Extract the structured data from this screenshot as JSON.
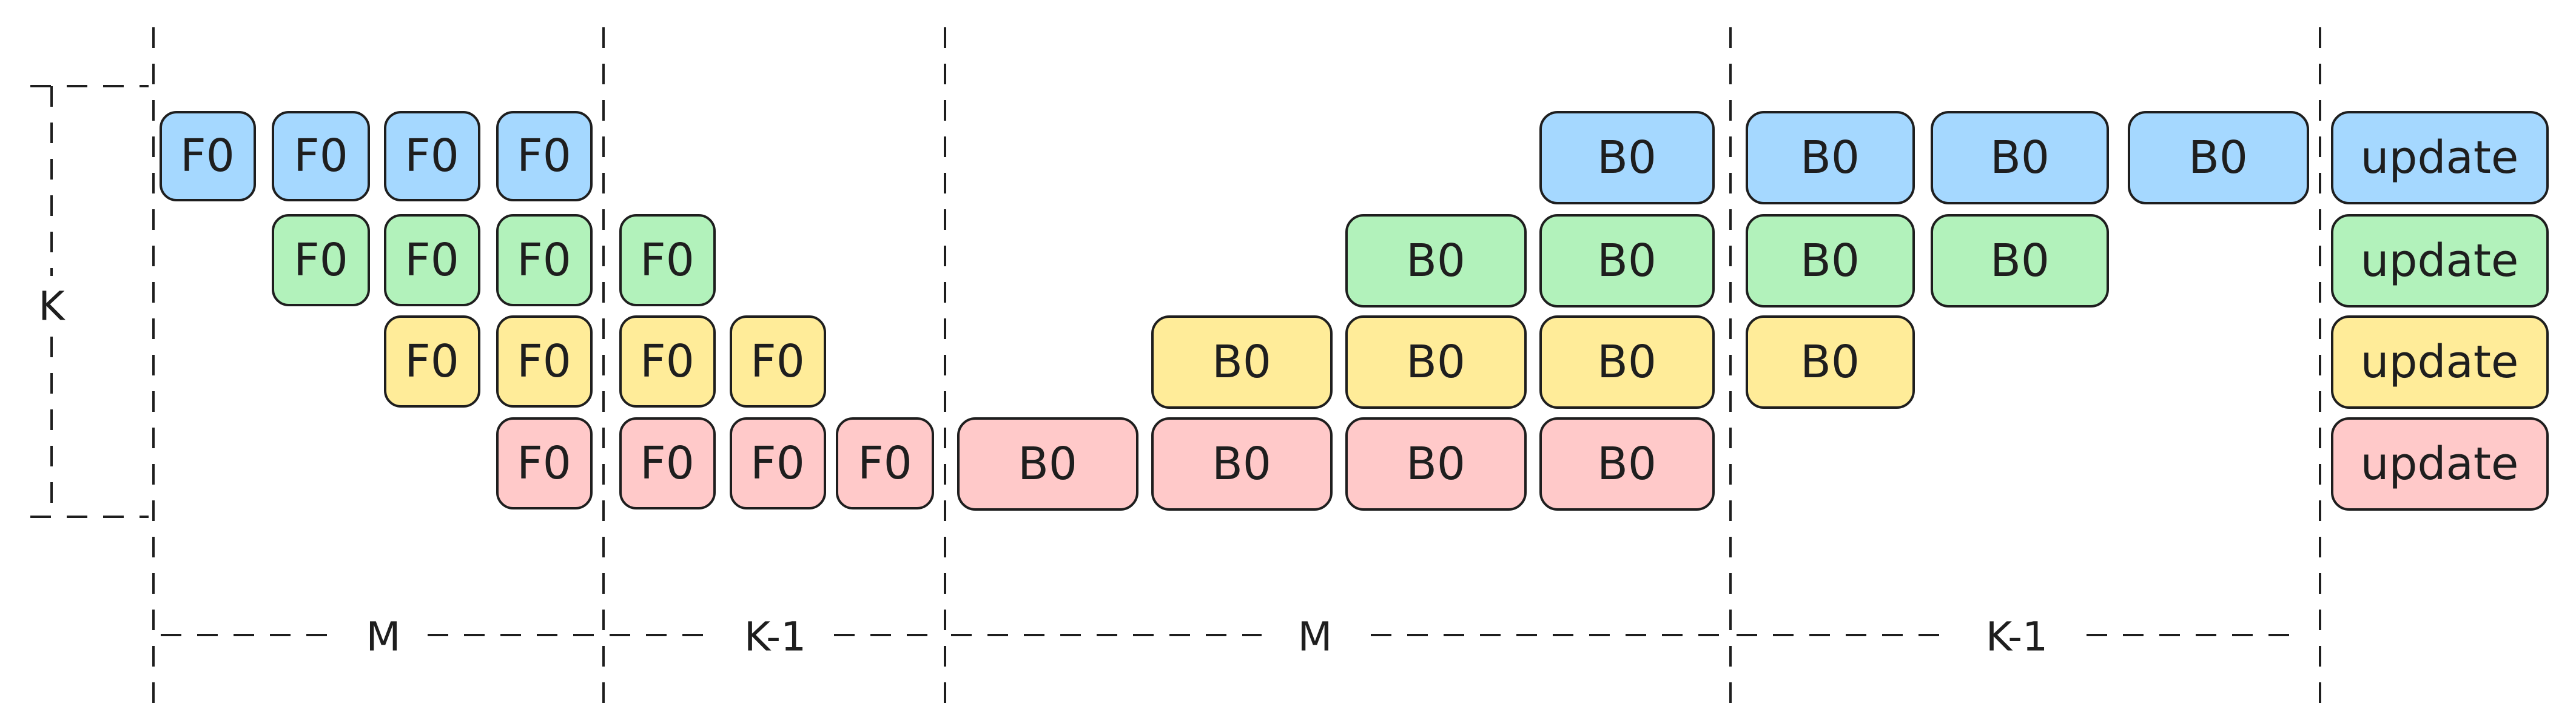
{
  "colors": {
    "row1": "#a5d8ff",
    "row2": "#b2f2bb",
    "row3": "#ffec99",
    "row4": "#ffc9c9",
    "stroke": "#1e1e1e"
  },
  "labels": {
    "forward": "F0",
    "backward": "B0",
    "update": "update"
  },
  "dimensions": {
    "k": "K",
    "m_first": "M",
    "k_minus_1_first": "K-1",
    "m_second": "M",
    "k_minus_1_second": "K-1"
  },
  "rows": [
    {
      "name": "row-1",
      "color_key": "row1",
      "forward": [
        "F0",
        "F0",
        "F0",
        "F0"
      ],
      "backward": [
        "B0",
        "B0",
        "B0",
        "B0"
      ],
      "update": "update"
    },
    {
      "name": "row-2",
      "color_key": "row2",
      "forward": [
        "F0",
        "F0",
        "F0",
        "F0"
      ],
      "backward": [
        "B0",
        "B0",
        "B0",
        "B0"
      ],
      "update": "update"
    },
    {
      "name": "row-3",
      "color_key": "row3",
      "forward": [
        "F0",
        "F0",
        "F0",
        "F0"
      ],
      "backward": [
        "B0",
        "B0",
        "B0",
        "B0"
      ],
      "update": "update"
    },
    {
      "name": "row-4",
      "color_key": "row4",
      "forward": [
        "F0",
        "F0",
        "F0",
        "F0"
      ],
      "backward": [
        "B0",
        "B0",
        "B0",
        "B0"
      ],
      "update": "update"
    }
  ]
}
